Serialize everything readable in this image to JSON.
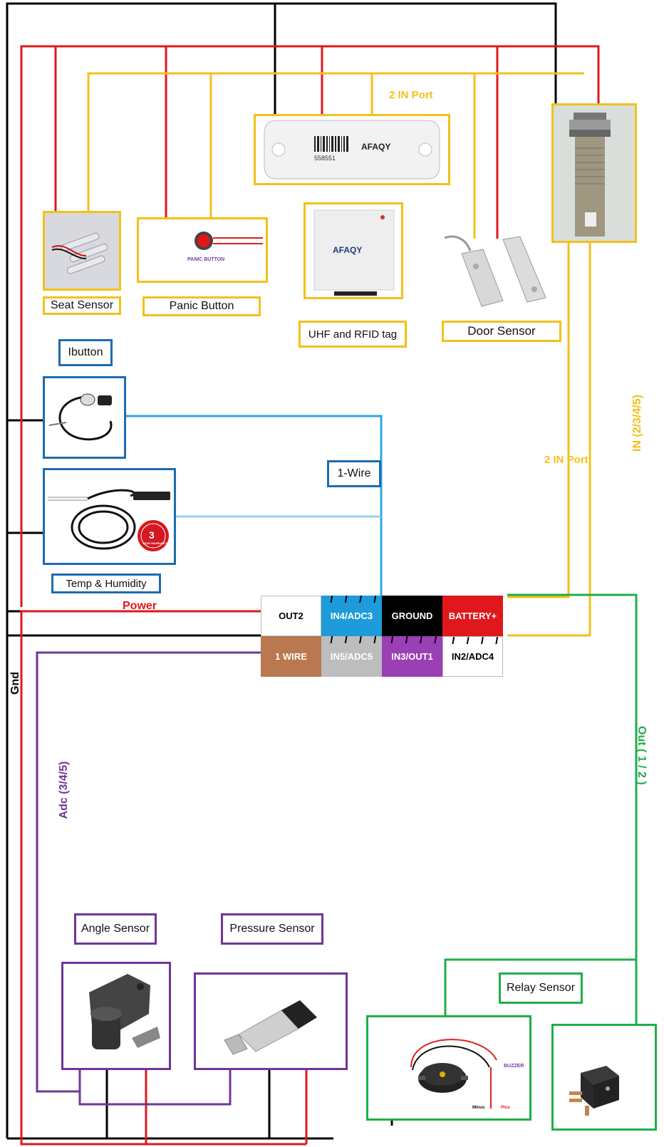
{
  "labels": {
    "in_port_top": "2 IN Port",
    "in_port_right": "2 IN Port",
    "in_vertical": "IN (2/3/4/5)",
    "out_vertical": "Out ( 1 / 2 )",
    "adc_vertical": "Adc (3/4/5)",
    "gnd_vertical": "Gnd",
    "power": "Power",
    "one_wire": "1-Wire"
  },
  "devices": {
    "seat_sensor": "Seat Sensor",
    "panic_button": "Panic Button",
    "panic_button_caption": "PANIC BUTTON",
    "uhf_rfid": "UHF and RFID tag",
    "door_sensor": "Door Sensor",
    "ibutton": "Ibutton",
    "temp_humidity": "Temp & Humidity",
    "warranty_badge_num": "3",
    "warranty_badge_text": "YEAR WARRANTY",
    "angle_sensor": "Angle Sensor",
    "pressure_sensor": "Pressure Sensor",
    "relay_sensor": "Relay Sensor",
    "buzzer_caption": "BUZZER",
    "minus": "Minus",
    "plus": "Plus",
    "tag_brand": "AFAQY",
    "tag_serial": "558551",
    "reader_brand": "AFAQY"
  },
  "terminal": {
    "row1": [
      "OUT2",
      "IN4/ADC3",
      "GROUND",
      "BATTERY+"
    ],
    "row2": [
      "1 WIRE",
      "IN5/ADC5",
      "IN3/OUT1",
      "IN2/ADC4"
    ]
  },
  "colors": {
    "power": "#e0181c",
    "ground": "#000000",
    "input": "#f4c01a",
    "one_wire": "#2aa8e0",
    "adc": "#6f3598",
    "output": "#1fae4a"
  }
}
